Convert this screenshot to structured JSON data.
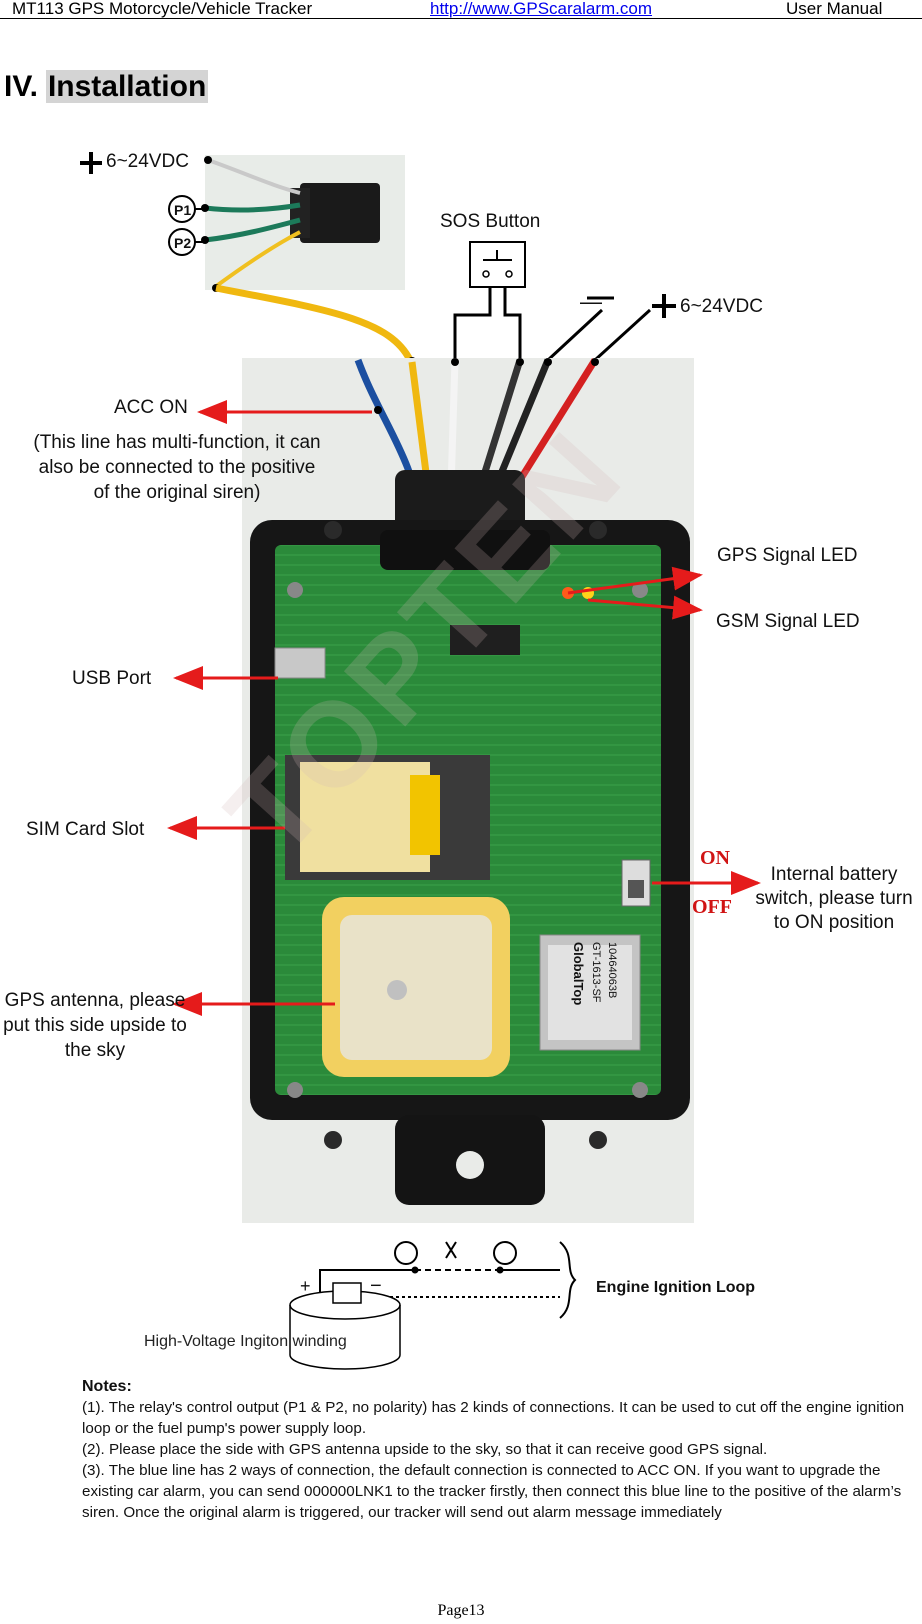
{
  "header": {
    "title": "MT113 GPS Motorcycle/Vehicle Tracker",
    "link": "http://www.GPScaralarm.com",
    "doc_type": "User Manual"
  },
  "section": {
    "number": "IV.",
    "title": "Installation"
  },
  "diagram": {
    "top_power": "6~24VDC",
    "p1": "P1",
    "p2": "P2",
    "sos_button": "SOS Button",
    "minus": "—",
    "plus_power": "6~24VDC",
    "acc_on": "ACC ON",
    "acc_note": "(This line has multi-function, it can also be connected to the positive of the original siren)",
    "gps_led": "GPS Signal LED",
    "gsm_led": "GSM Signal LED",
    "usb_port": "USB Port",
    "sim_slot": "SIM Card Slot",
    "on": "ON",
    "off": "OFF",
    "battery_switch": "Internal battery switch, please turn to ON position",
    "gps_antenna": "GPS antenna, please put this side upside to the sky",
    "module_brand": "GlobalTop",
    "module_model": "GT-1613-SF",
    "module_serial": "10464063B",
    "watermark": "TOPTEN",
    "engine_loop": "Engine Ignition Loop",
    "hv_winding": "High-Voltage Ingiton winding",
    "loop_plus": "+",
    "loop_minus": "−"
  },
  "notes": {
    "heading": "Notes:",
    "items": [
      "(1). The relay's control output (P1 & P2, no polarity) has 2 kinds of connections. It can be used to cut off the engine ignition loop or the fuel pump's power supply loop.",
      "(2). Please place the side with GPS antenna upside to the sky, so that it can receive good GPS signal.",
      "(3). The blue line has 2 ways of connection, the default connection is connected to ACC ON. If you want to upgrade the existing car alarm, you can send 000000LNK1 to the tracker firstly, then connect this blue line to the positive of the alarm’s siren. Once the original alarm is triggered, our tracker will send out alarm message immediately"
    ]
  },
  "footer": {
    "page": "Page13"
  }
}
